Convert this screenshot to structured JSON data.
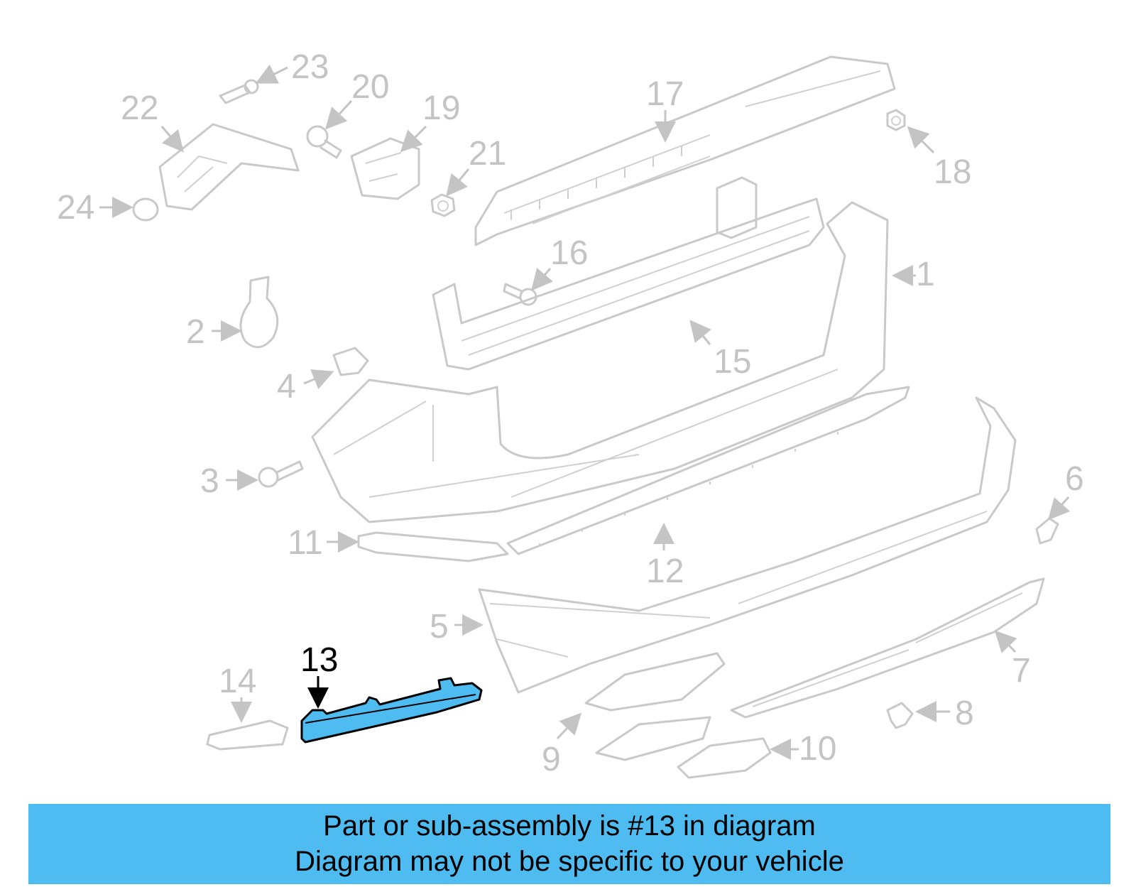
{
  "callouts": [
    "1",
    "2",
    "3",
    "4",
    "5",
    "6",
    "7",
    "8",
    "9",
    "10",
    "11",
    "12",
    "13",
    "14",
    "15",
    "16",
    "17",
    "18",
    "19",
    "20",
    "21",
    "22",
    "23",
    "24"
  ],
  "highlighted_part": "13",
  "colors": {
    "highlight": "#4ebcf0",
    "outline": "#c9c9c9",
    "banner": "#4ebcf0"
  },
  "banner": {
    "line1": "Part or sub-assembly is #13 in diagram",
    "line2": "Diagram may not be specific to your vehicle"
  }
}
